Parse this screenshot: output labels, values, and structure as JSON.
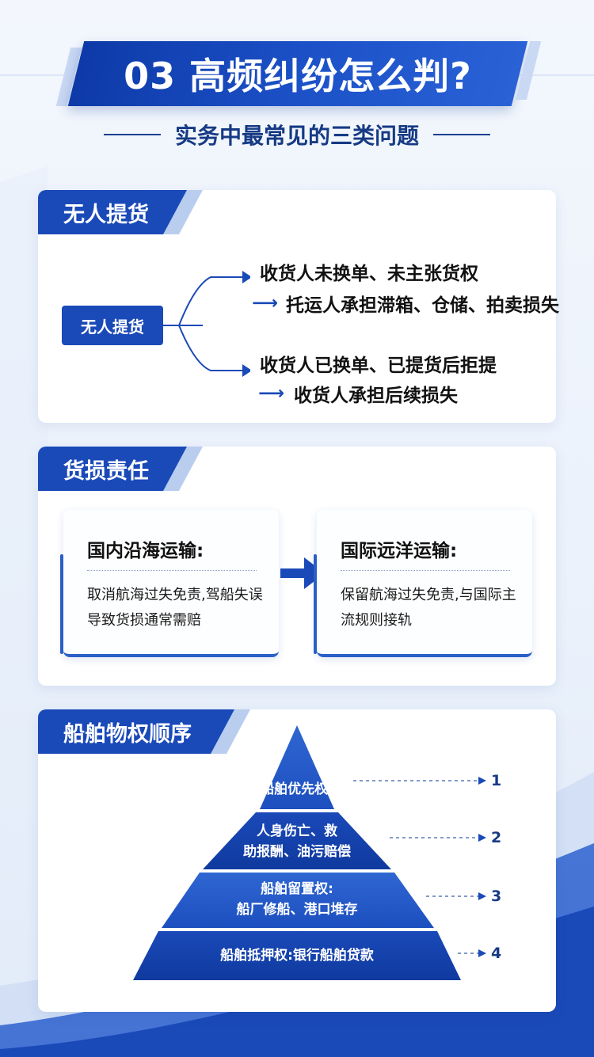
{
  "header": {
    "title": "03 高频纠纷怎么判?",
    "subtitle": "实务中最常见的三类问题"
  },
  "section1": {
    "tab": "无人提货",
    "root_label": "无人提货",
    "branch1_line1": "收货人未换单、未主张货权",
    "branch1_line2": "托运人承担滞箱、仓储、拍卖损失",
    "branch2_line1": "收货人已换单、已提货后拒提",
    "branch2_line2": "收货人承担后续损失"
  },
  "section2": {
    "tab": "货损责任",
    "left_title": "国内沿海运输:",
    "left_body": "取消航海过失免责,驾船失误导致货损通常需赔",
    "right_title": "国际远洋运输:",
    "right_body": "保留航海过失免责,与国际主流规则接轨"
  },
  "section3": {
    "tab": "船舶物权顺序",
    "levels": [
      {
        "line1": "船舶优先权:",
        "line2": "",
        "rank": "1"
      },
      {
        "line1": "人身伤亡、救",
        "line2": "助报酬、油污赔偿",
        "rank": "2"
      },
      {
        "line1": "船舶留置权:",
        "line2": "船厂修船、港口堆存",
        "rank": "3"
      },
      {
        "line1": "船舶抵押权:银行船舶贷款",
        "line2": "",
        "rank": "4"
      }
    ]
  },
  "colors": {
    "primary": "#1a49b8",
    "dark": "#0d3aa8",
    "accent_light": "#b9cdef"
  },
  "icons": {
    "flow_arrow": "right-arrow-icon",
    "transition": "big-right-arrow-icon"
  }
}
